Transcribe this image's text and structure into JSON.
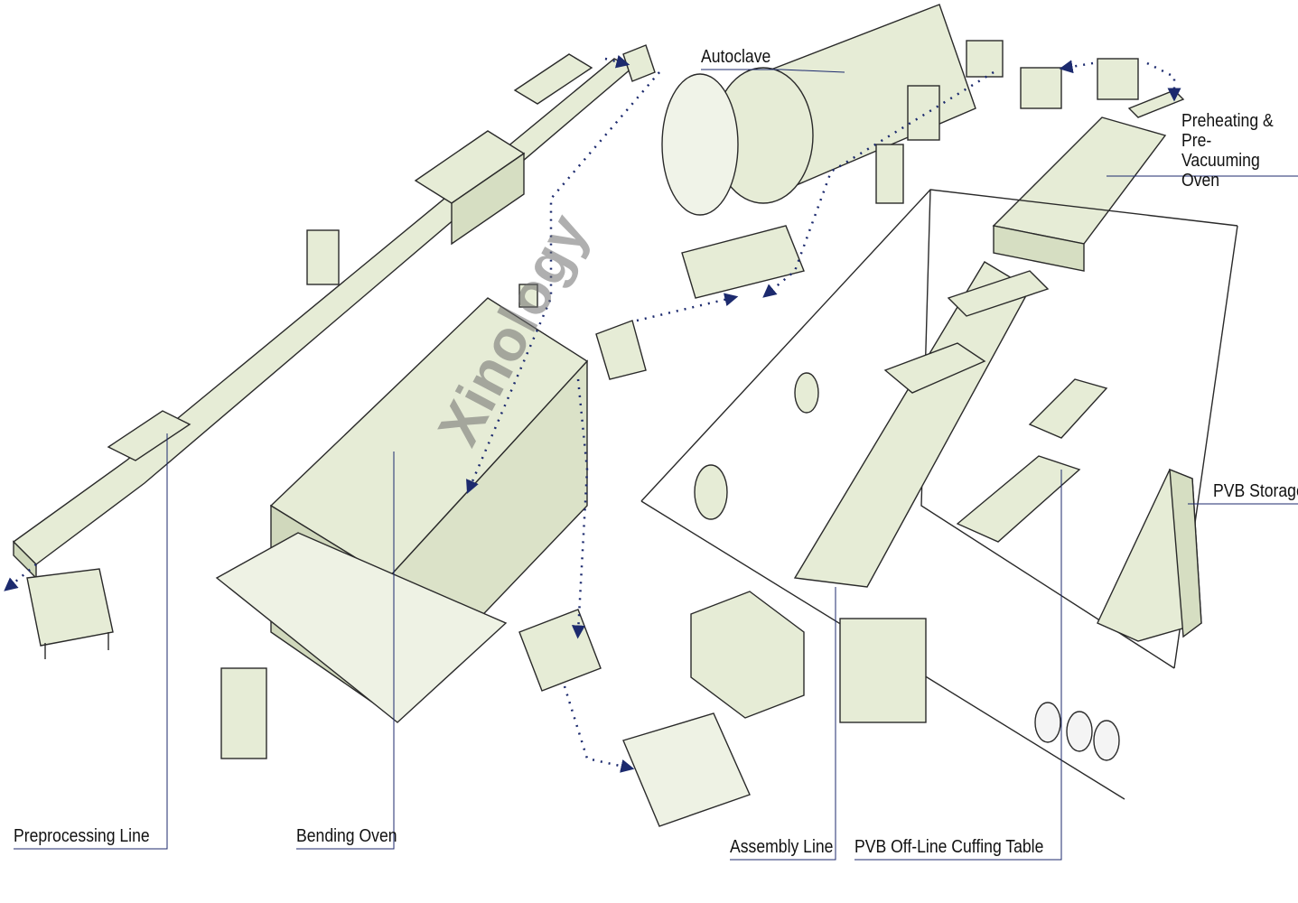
{
  "labels": {
    "autoclave": "Autoclave",
    "preheating_oven": "Preheating &\nPre-Vacuuming\nOven",
    "pvb_storage": "PVB Storage",
    "preprocessing_line": "Preprocessing Line",
    "bending_oven": "Bending Oven",
    "assembly_line": "Assembly Line",
    "pvb_cuffing_table": "PVB Off-Line Cuffing Table"
  },
  "watermark": "Xinology",
  "colors": {
    "machine_fill": "#e6ecd6",
    "outline": "#2a2a2a",
    "flow_arrows": "#1c2a6e",
    "leader_line": "#1c2a6e"
  }
}
